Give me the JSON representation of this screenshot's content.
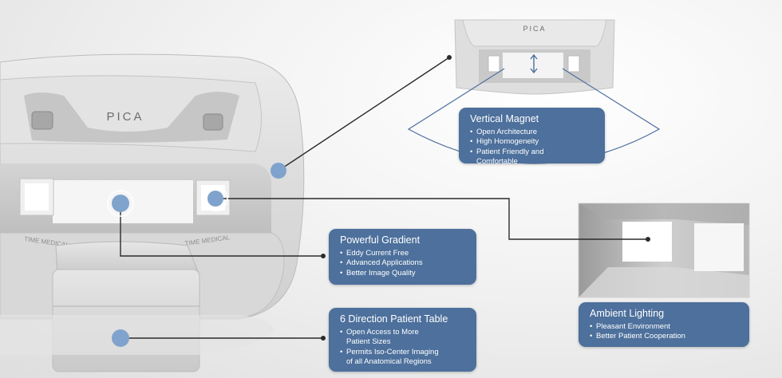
{
  "machine": {
    "logo_text": "PICA",
    "brand_left": "TIME MEDICAL",
    "brand_right": "TIME MEDICAL"
  },
  "inset_top": {
    "logo_text": "PICA"
  },
  "callouts": {
    "vertical_magnet": {
      "title": "Vertical Magnet",
      "items": [
        "Open Architecture",
        "High Homogeneity",
        "Patient Friendly and",
        "Comfortable"
      ]
    },
    "powerful_gradient": {
      "title": "Powerful Gradient",
      "items": [
        "Eddy Current Free",
        "Advanced Applications",
        "Better Image Quality"
      ]
    },
    "patient_table": {
      "title": "6 Direction Patient Table",
      "items": [
        "Open Access to More",
        "Patient Sizes",
        "Permits Iso-Center Imaging",
        "of all Anatomical Regions"
      ]
    },
    "ambient_lighting": {
      "title": "Ambient Lighting",
      "items": [
        "Pleasant Environment",
        "Better Patient Cooperation"
      ]
    }
  },
  "colors": {
    "callout_bg": "#4d709c",
    "marker": "#7fa3cc",
    "line": "#2b2b2b",
    "arc": "#4d6fa0"
  }
}
